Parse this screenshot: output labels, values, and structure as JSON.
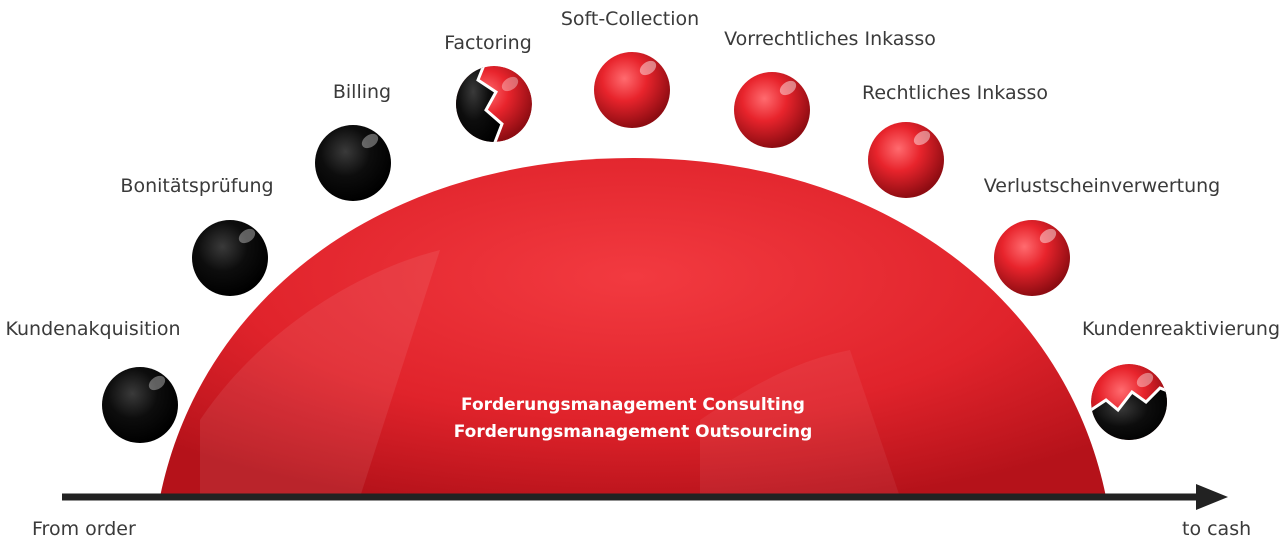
{
  "center": {
    "line1": "Forderungsmanagement Consulting",
    "line2": "Forderungsmanagement Outsourcing"
  },
  "axis": {
    "start_label": "From order",
    "end_label": "to cash"
  },
  "stages": [
    {
      "label": "Kundenakquisition",
      "state": "black"
    },
    {
      "label": "Bonitätsprüfung",
      "state": "black"
    },
    {
      "label": "Billing",
      "state": "black"
    },
    {
      "label": "Factoring",
      "state": "split-black-red"
    },
    {
      "label": "Soft-Collection",
      "state": "red"
    },
    {
      "label": "Vorrechtliches Inkasso",
      "state": "red"
    },
    {
      "label": "Rechtliches Inkasso",
      "state": "red"
    },
    {
      "label": "Verlustscheinverwertung",
      "state": "red"
    },
    {
      "label": "Kundenreaktivierung",
      "state": "split-red-black"
    }
  ],
  "colors": {
    "red": "#e8242c",
    "black": "#0a0a0a",
    "axis": "#222222"
  }
}
